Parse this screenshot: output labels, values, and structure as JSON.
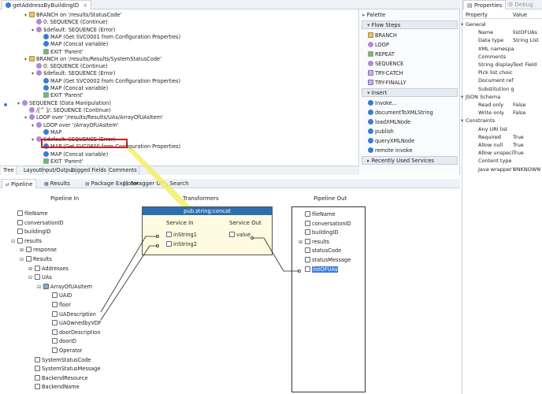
{
  "editor": {
    "tab_title": "getAddressByBuildingID",
    "tree": [
      {
        "text": "BRANCH on '/results/StatusCode'",
        "icon": "folder",
        "indent": 3,
        "exp": "▾"
      },
      {
        "text": "0: SEQUENCE (Continue)",
        "icon": "seq",
        "indent": 4,
        "exp": ""
      },
      {
        "text": "$default: SEQUENCE (Error)",
        "icon": "seq",
        "indent": 4,
        "exp": "▾"
      },
      {
        "text": "MAP (Get SVC0001 from Configuration Properties)",
        "icon": "map",
        "indent": 5,
        "exp": ""
      },
      {
        "text": "MAP (Concat variable)",
        "icon": "map",
        "indent": 5,
        "exp": ""
      },
      {
        "text": "EXIT 'Parent'",
        "icon": "exit",
        "indent": 5,
        "exp": ""
      },
      {
        "text": "BRANCH on '/results/Results/SystemStatusCode'",
        "icon": "folder",
        "indent": 3,
        "exp": "▾"
      },
      {
        "text": "0: SEQUENCE (Continue)",
        "icon": "seq",
        "indent": 4,
        "exp": ""
      },
      {
        "text": "$default: SEQUENCE (Error)",
        "icon": "seq",
        "indent": 4,
        "exp": "▾"
      },
      {
        "text": "MAP (Get SVC0002 from Configuration Properties)",
        "icon": "map",
        "indent": 5,
        "exp": ""
      },
      {
        "text": "MAP (Concat variable)",
        "icon": "map",
        "indent": 5,
        "exp": ""
      },
      {
        "text": "EXIT 'Parent'",
        "icon": "exit",
        "indent": 5,
        "exp": ""
      },
      {
        "text": "SEQUENCE (Data Manipulation)",
        "icon": "seq",
        "indent": 2,
        "exp": "▾"
      },
      {
        "text": "/[^ ]/: SEQUENCE (Continue)",
        "icon": "seq",
        "indent": 3,
        "exp": ""
      },
      {
        "text": "LOOP over '/results/Results/UAs/ArrayOfUAsItem'",
        "icon": "seq",
        "indent": 3,
        "exp": "▾"
      },
      {
        "text": "LOOP over '/ArrayOfUAsItem'",
        "icon": "seq",
        "indent": 4,
        "exp": "▾"
      },
      {
        "text": "MAP",
        "icon": "map",
        "indent": 5,
        "exp": ""
      },
      {
        "text": "$default: SEQUENCE (Error)",
        "icon": "seq",
        "indent": 4,
        "exp": "▾"
      },
      {
        "text": "MAP (Get SVC0800 from Configuration Properties)",
        "icon": "map",
        "indent": 5,
        "exp": ""
      },
      {
        "text": "MAP (Concat variable)",
        "icon": "map",
        "indent": 5,
        "exp": ""
      },
      {
        "text": "EXIT 'Parent'",
        "icon": "exit",
        "indent": 5,
        "exp": ""
      }
    ],
    "bottom_tabs": [
      "Tree",
      "Layout",
      "Input/Output",
      "Logged Fields",
      "Comments"
    ]
  },
  "palette": {
    "title": "Palette",
    "flow_steps_title": "Flow Steps",
    "flow_steps": [
      "BRANCH",
      "LOOP",
      "REPEAT",
      "SEQUENCE",
      "TRY-CATCH",
      "TRY-FINALLY"
    ],
    "insert_title": "Insert",
    "insert": [
      "Invoke...",
      "documentToXMLString",
      "loadXMLNode",
      "publish",
      "queryXMLNode",
      "remote invoke"
    ],
    "recent_title": "Recently Used Services"
  },
  "properties": {
    "tab_properties": "Properties",
    "tab_debug": "Debug",
    "col_property": "Property",
    "col_value": "Value",
    "rows": [
      {
        "label": "General",
        "value": "",
        "group": true
      },
      {
        "label": "Name",
        "value": "listOFUAs",
        "group": false
      },
      {
        "label": "Data type",
        "value": "String List",
        "group": false
      },
      {
        "label": "XML namespa",
        "value": "",
        "group": false
      },
      {
        "label": "Comments",
        "value": "",
        "group": false
      },
      {
        "label": "String display",
        "value": "Text Field",
        "group": false
      },
      {
        "label": "Pick list choic",
        "value": "",
        "group": false
      },
      {
        "label": "Document ref",
        "value": "",
        "group": false
      },
      {
        "label": "Substitution g",
        "value": "",
        "group": false
      },
      {
        "label": "JSON Schema",
        "value": "",
        "group": true
      },
      {
        "label": "Read only",
        "value": "False",
        "group": false
      },
      {
        "label": "Write only",
        "value": "False",
        "group": false
      },
      {
        "label": "Constraints",
        "value": "",
        "group": true
      },
      {
        "label": "Any URI list",
        "value": "",
        "group": false
      },
      {
        "label": "Required",
        "value": "True",
        "group": false
      },
      {
        "label": "Allow null",
        "value": "True",
        "group": false
      },
      {
        "label": "Allow unspeci",
        "value": "True",
        "group": false
      },
      {
        "label": "Content type",
        "value": "",
        "group": false
      },
      {
        "label": "Java wrapper t",
        "value": "UNKNOWN",
        "group": false
      }
    ]
  },
  "pipeline": {
    "tabs": [
      "Pipeline",
      "Results",
      "Package Explorer",
      "Swagger UI",
      "Search"
    ],
    "header_in": "Pipeline In",
    "header_transformers": "Transformers",
    "header_out": "Pipeline Out",
    "in_fields": [
      {
        "text": "fileName",
        "icon": "str",
        "indent": 0,
        "exp": ""
      },
      {
        "text": "conversationID",
        "icon": "str",
        "indent": 0,
        "exp": ""
      },
      {
        "text": "buildingID",
        "icon": "str",
        "indent": 0,
        "exp": ""
      },
      {
        "text": "results",
        "icon": "doc",
        "indent": 0,
        "exp": "⊟"
      },
      {
        "text": "response",
        "icon": "doc",
        "indent": 1,
        "exp": "⊞"
      },
      {
        "text": "Results",
        "icon": "doc",
        "indent": 1,
        "exp": "⊟"
      },
      {
        "text": "Addresses",
        "icon": "doc",
        "indent": 2,
        "exp": "⊞"
      },
      {
        "text": "UAs",
        "icon": "doc",
        "indent": 2,
        "exp": "⊟"
      },
      {
        "text": "ArrayOfUAsItem",
        "icon": "rec",
        "indent": 3,
        "exp": "⊟"
      },
      {
        "text": "UAID",
        "icon": "str",
        "indent": 4,
        "exp": ""
      },
      {
        "text": "floor",
        "icon": "str",
        "indent": 4,
        "exp": ""
      },
      {
        "text": "UADescription",
        "icon": "str",
        "indent": 4,
        "exp": ""
      },
      {
        "text": "UAOwnedbyVDF",
        "icon": "str",
        "indent": 4,
        "exp": ""
      },
      {
        "text": "doorDescription",
        "icon": "str",
        "indent": 4,
        "exp": ""
      },
      {
        "text": "doorID",
        "icon": "str",
        "indent": 4,
        "exp": ""
      },
      {
        "text": "Operator",
        "icon": "str",
        "indent": 4,
        "exp": ""
      },
      {
        "text": "SystemStatusCode",
        "icon": "str",
        "indent": 2,
        "exp": ""
      },
      {
        "text": "SystemStatusMessage",
        "icon": "str",
        "indent": 2,
        "exp": ""
      },
      {
        "text": "BackendResource",
        "icon": "str",
        "indent": 2,
        "exp": ""
      },
      {
        "text": "BackendName",
        "icon": "str",
        "indent": 2,
        "exp": ""
      }
    ],
    "transformer": {
      "title": "pub.string:concat",
      "service_in": "Service In",
      "service_out": "Service Out",
      "inputs": [
        "inString1",
        "inString2"
      ],
      "output": "value"
    },
    "out_fields": [
      {
        "text": "fileName",
        "icon": "str",
        "indent": 0,
        "exp": ""
      },
      {
        "text": "conversationID",
        "icon": "str",
        "indent": 0,
        "exp": ""
      },
      {
        "text": "buildingID",
        "icon": "str",
        "indent": 0,
        "exp": ""
      },
      {
        "text": "results",
        "icon": "doc",
        "indent": 0,
        "exp": "⊞"
      },
      {
        "text": "statusCode",
        "icon": "str",
        "indent": 0,
        "exp": ""
      },
      {
        "text": "statusMessage",
        "icon": "str",
        "indent": 0,
        "exp": ""
      },
      {
        "text": "listOFUAs",
        "icon": "str",
        "indent": 0,
        "exp": "",
        "selected": true
      }
    ]
  }
}
